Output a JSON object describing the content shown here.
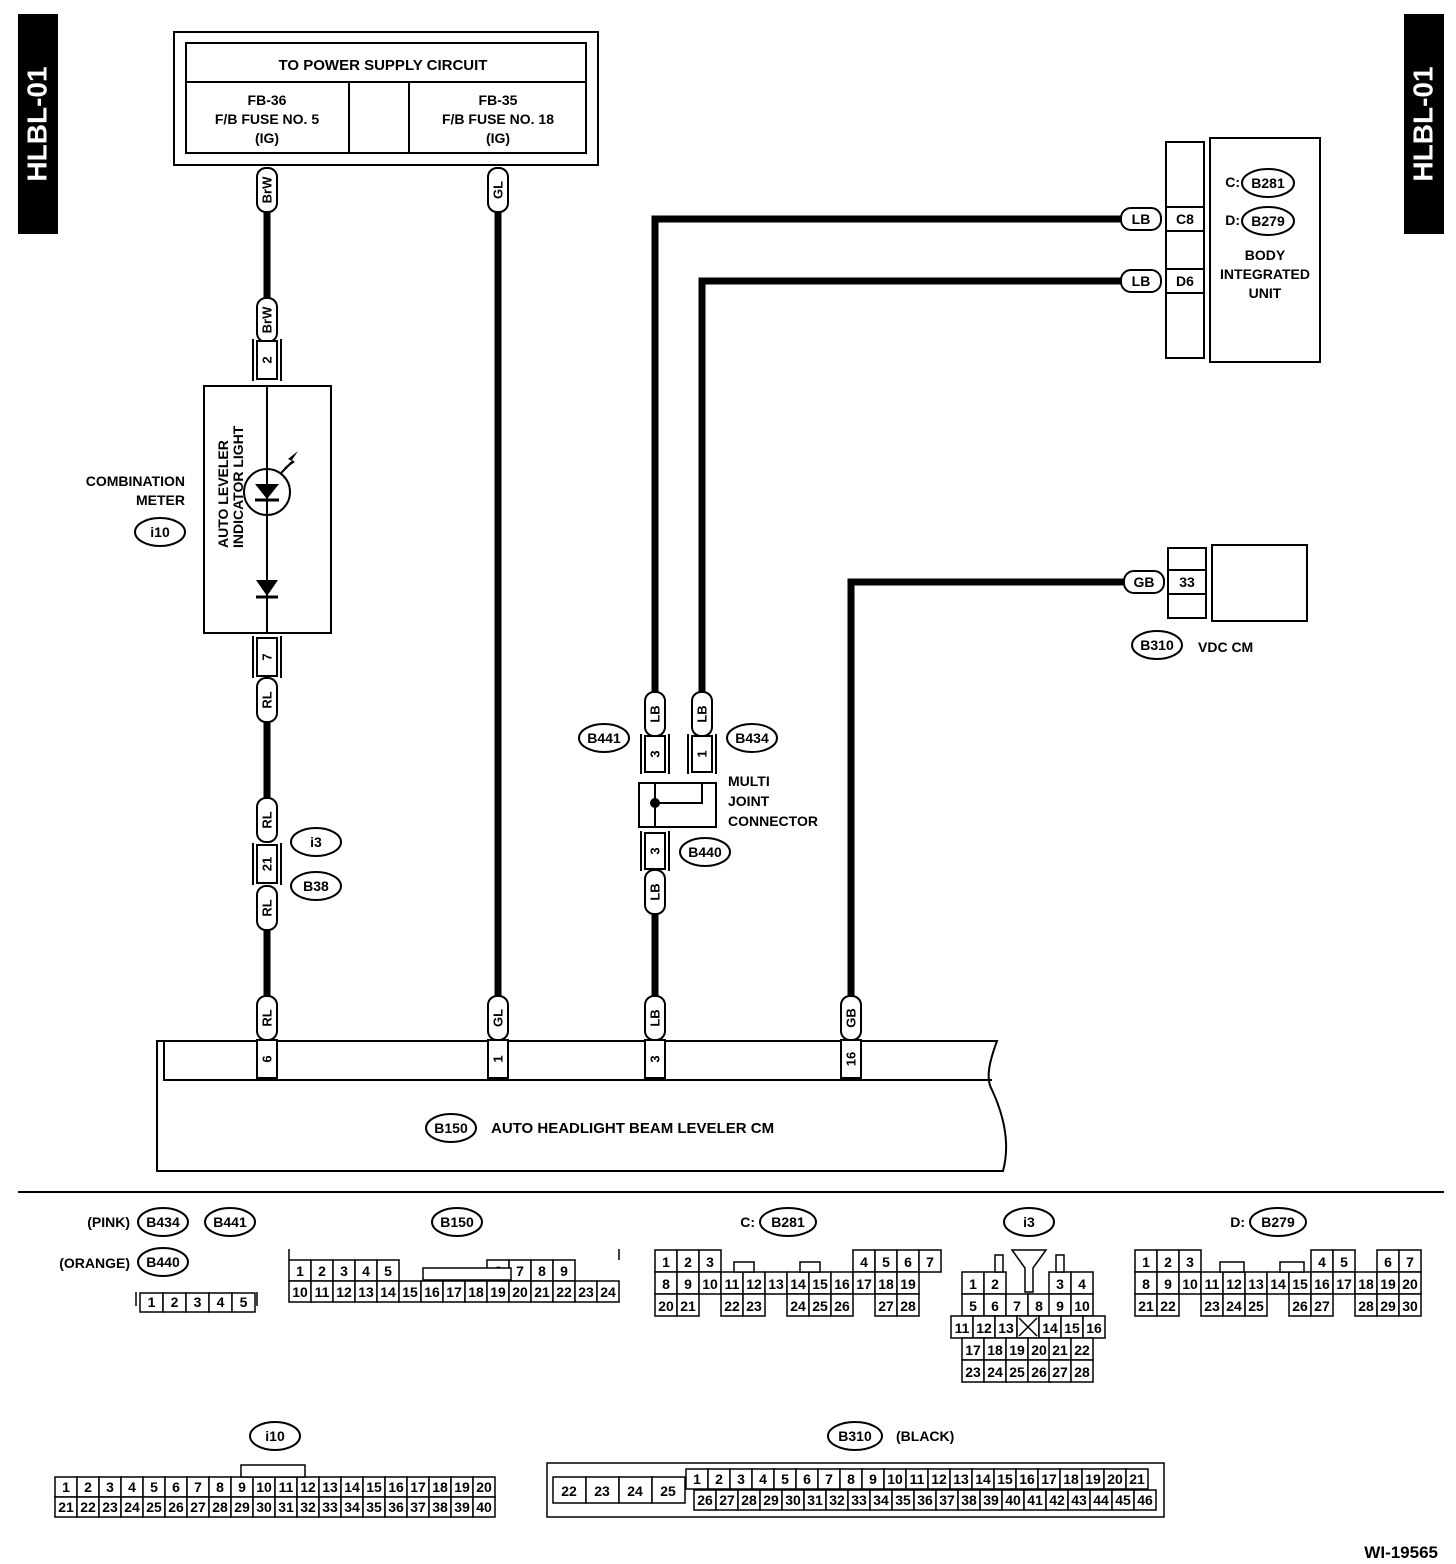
{
  "page_label": "HLBL-01",
  "figure_id": "WI-19565",
  "power_supply": {
    "title": "TO POWER SUPPLY CIRCUIT",
    "fb36": [
      "FB-36",
      "F/B FUSE NO. 5",
      "(IG)"
    ],
    "fb35": [
      "FB-35",
      "F/B FUSE NO. 18",
      "(IG)"
    ]
  },
  "combination_meter": {
    "label": [
      "COMBINATION",
      "METER"
    ],
    "connector": "i10",
    "light": [
      "AUTO LEVELER",
      "INDICATOR LIGHT"
    ]
  },
  "wires": {
    "brw": "BrW",
    "gl": "GL",
    "lb": "LB",
    "rl": "RL",
    "gb": "GB"
  },
  "pins": {
    "meter_top": "2",
    "meter_bottom": "7",
    "i3_b38": "21",
    "b441": "3",
    "b434": "1",
    "b440": "3",
    "cm_rl": "6",
    "cm_gl": "1",
    "cm_lb": "3",
    "cm_gb": "16",
    "bcm_c": "C8",
    "bcm_d": "D6",
    "vdc": "33"
  },
  "connectors": {
    "i3": "i3",
    "b38": "B38",
    "b441": "B441",
    "b434": "B434",
    "b440": "B440",
    "b150": "B150",
    "b281": "B281",
    "b279": "B279",
    "b310": "B310"
  },
  "multi_joint": [
    "MULTI",
    "JOINT",
    "CONNECTOR"
  ],
  "body_unit": {
    "c_prefix": "C:",
    "d_prefix": "D:",
    "label": [
      "BODY",
      "INTEGRATED",
      "UNIT"
    ]
  },
  "vdc_label": "VDC CM",
  "leveler_label": "AUTO HEADLIGHT BEAM LEVELER CM",
  "legend": {
    "pink": "(PINK)",
    "orange": "(ORANGE)",
    "black": "(BLACK)",
    "c_prefix": "C:",
    "d_prefix": "D:",
    "pinkorange_rows": [
      [
        "1",
        "2",
        "3",
        "4",
        "5"
      ]
    ],
    "b150_rows": [
      [
        "1",
        "2",
        "3",
        "4",
        "5",
        "",
        "",
        "",
        "",
        "6",
        "7",
        "8",
        "9"
      ],
      [
        "10",
        "11",
        "12",
        "13",
        "14",
        "15",
        "16",
        "17",
        "18",
        "19",
        "20",
        "21",
        "22",
        "23",
        "24"
      ]
    ],
    "b281_rows": [
      [
        "1",
        "2",
        "3",
        "",
        "",
        "",
        "",
        "",
        "",
        "4",
        "5",
        "6",
        "7"
      ],
      [
        "8",
        "9",
        "10",
        "11",
        "12",
        "13",
        "14",
        "15",
        "16",
        "17",
        "18",
        "19"
      ],
      [
        "20",
        "21",
        "",
        "22",
        "23",
        "",
        "24",
        "25",
        "26",
        "",
        "27",
        "28"
      ]
    ],
    "b279_rows": [
      [
        "1",
        "2",
        "3",
        "",
        "",
        "",
        "",
        "",
        "4",
        "5",
        "",
        "6",
        "7"
      ],
      [
        "8",
        "9",
        "10",
        "11",
        "12",
        "13",
        "14",
        "15",
        "16",
        "17",
        "18",
        "19",
        "20"
      ],
      [
        "21",
        "22",
        "",
        "23",
        "24",
        "25",
        "",
        "26",
        "27",
        "",
        "28",
        "29",
        "30"
      ]
    ],
    "i3_rows": [
      [
        "1",
        "2",
        "",
        "",
        "3",
        "4"
      ],
      [
        "5",
        "6",
        "7",
        "8",
        "9",
        "10"
      ],
      [
        "11",
        "12",
        "13",
        "",
        "14",
        "15",
        "16"
      ],
      [
        "17",
        "18",
        "19",
        "20",
        "21",
        "22"
      ],
      [
        "23",
        "24",
        "25",
        "26",
        "27",
        "28"
      ]
    ],
    "i10_rows": [
      [
        "1",
        "2",
        "3",
        "4",
        "5",
        "6",
        "7",
        "8",
        "9",
        "10",
        "11",
        "12",
        "13",
        "14",
        "15",
        "16",
        "17",
        "18",
        "19",
        "20"
      ],
      [
        "21",
        "22",
        "23",
        "24",
        "25",
        "26",
        "27",
        "28",
        "29",
        "30",
        "31",
        "32",
        "33",
        "34",
        "35",
        "36",
        "37",
        "38",
        "39",
        "40"
      ]
    ],
    "b310_big": [
      "22",
      "23",
      "24",
      "25"
    ],
    "b310_rows": [
      [
        "1",
        "2",
        "3",
        "4",
        "5",
        "6",
        "7",
        "8",
        "9",
        "10",
        "11",
        "12",
        "13",
        "14",
        "15",
        "16",
        "17",
        "18",
        "19",
        "20",
        "21"
      ],
      [
        "26",
        "27",
        "28",
        "29",
        "30",
        "31",
        "32",
        "33",
        "34",
        "35",
        "36",
        "37",
        "38",
        "39",
        "40",
        "41",
        "42",
        "43",
        "44",
        "45",
        "46"
      ]
    ]
  }
}
